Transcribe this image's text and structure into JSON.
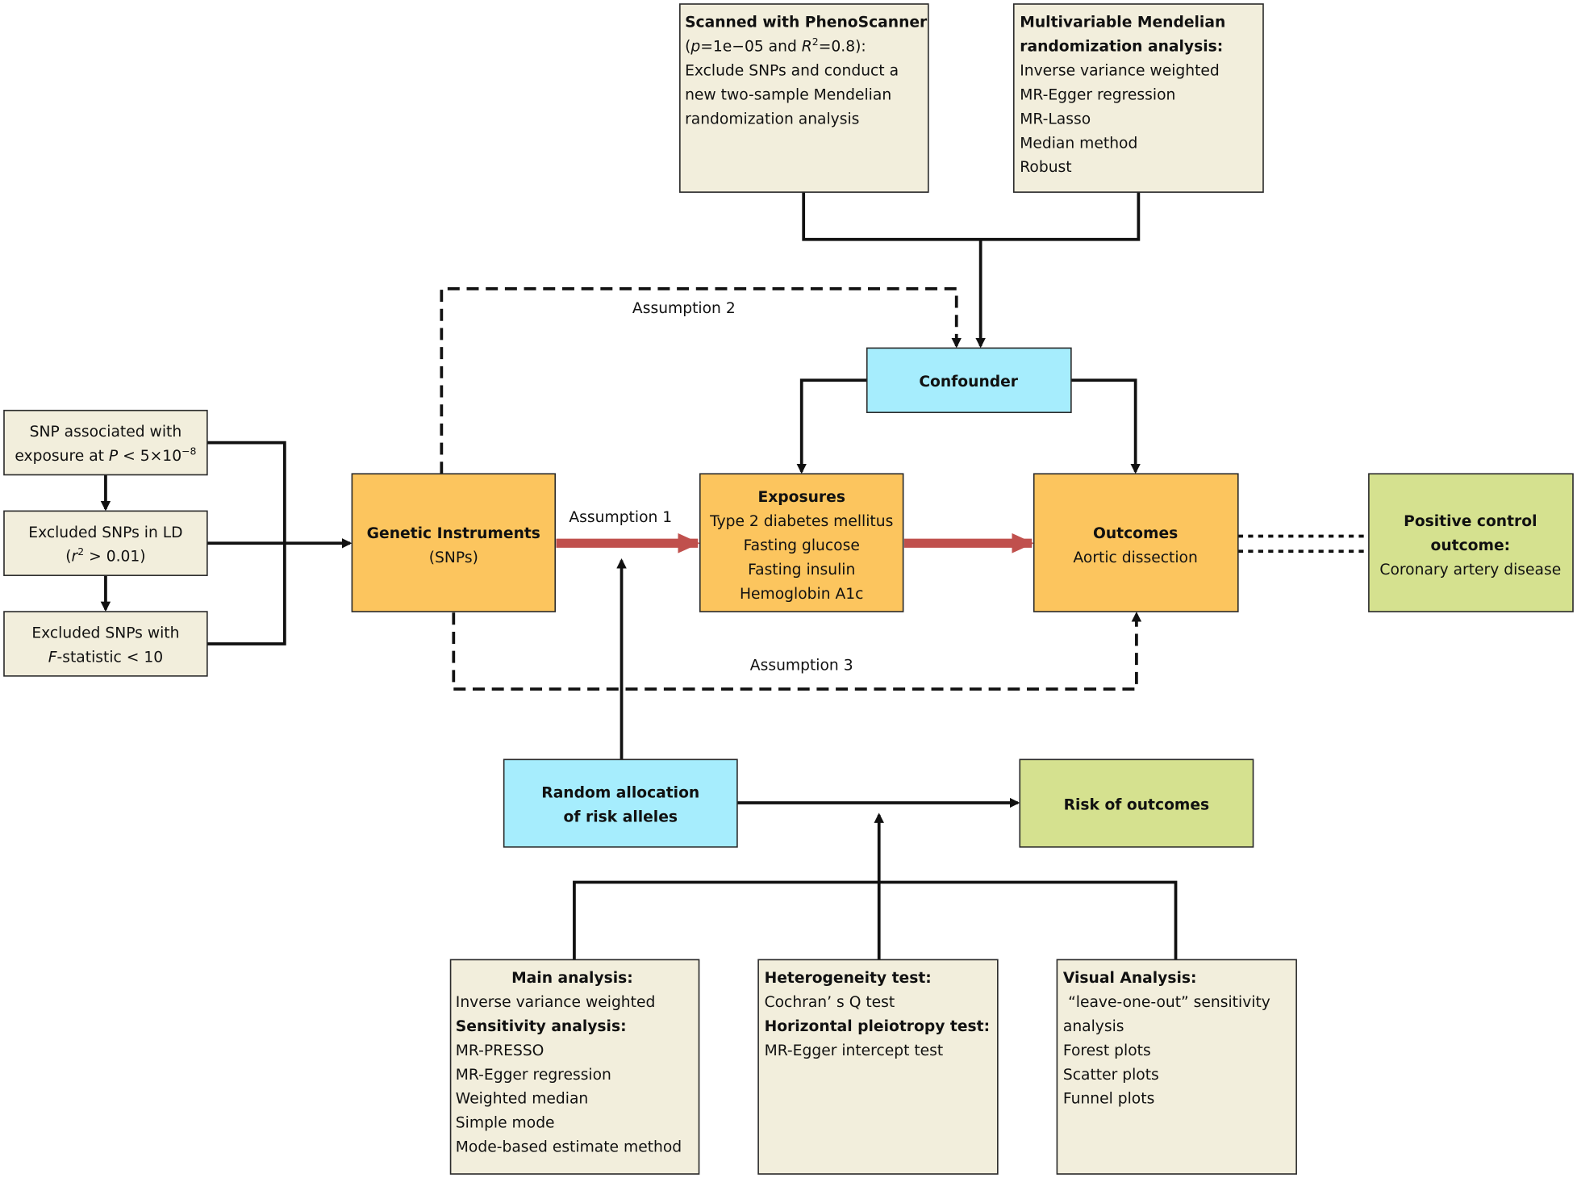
{
  "colors": {
    "box_beige": "#F2EEDC",
    "box_orange": "#FCC55E",
    "box_cyan": "#A6EDFD",
    "box_green": "#D5E18F",
    "causal_arrow": "#C0504D"
  },
  "phenoscanner": {
    "title": "Scanned with PhenoScanner",
    "l1a": "(",
    "l1p": "p",
    "l1b": "=1e−05 and ",
    "l1r": "R",
    "l1sup": "2",
    "l1c": "=0.8):",
    "l2": "Exclude SNPs and conduct a",
    "l3": "new two-sample  Mendelian",
    "l4": "randomization analysis"
  },
  "mvmr": {
    "title1": "Multivariable Mendelian",
    "title2": "randomization analysis:",
    "items": [
      "Inverse variance weighted",
      "MR-Egger regression",
      "MR-Lasso",
      "Median method",
      "Robust"
    ]
  },
  "confounder": "Confounder",
  "snp_steps": {
    "s1_l1": "SNP associated with",
    "s1_l2a": "exposure at ",
    "s1_l2p": "P",
    "s1_l2b": " < 5×10",
    "s1_sup": "−8",
    "s2_l1": "Excluded SNPs in LD",
    "s2_l2a": "(",
    "s2_l2r": "r",
    "s2_sup": "2",
    "s2_l2b": " > 0.01)",
    "s3_l1": "Excluded SNPs with",
    "s3_l2f": "F",
    "s3_l2b": "-statistic < 10"
  },
  "genetic": {
    "title": "Genetic Instruments",
    "sub": "(SNPs)"
  },
  "exposures": {
    "title": "Exposures",
    "items": [
      "Type 2 diabetes mellitus",
      "Fasting glucose",
      "Fasting insulin",
      "Hemoglobin A1c"
    ]
  },
  "outcomes": {
    "title": "Outcomes",
    "sub": "Aortic dissection"
  },
  "positive": {
    "title1": "Positive control",
    "title2": "outcome:",
    "sub": "Coronary artery disease"
  },
  "assumptions": [
    "Assumption 1",
    "Assumption 2",
    "Assumption 3"
  ],
  "random": {
    "l1": "Random allocation",
    "l2": "of risk alleles"
  },
  "risk": "Risk of outcomes",
  "main": {
    "title": "Main analysis:",
    "ivw": "Inverse variance weighted",
    "sens": "Sensitivity analysis:",
    "items": [
      "MR-PRESSO",
      "MR-Egger regression",
      "Weighted median",
      "Simple mode",
      "Mode-based estimate method"
    ]
  },
  "hetero": {
    "title": "Heterogeneity test:",
    "item": "Cochran’ s Q test",
    "title2": "Horizontal pleiotropy test:",
    "item2": "MR-Egger intercept test"
  },
  "visual": {
    "title": "Visual Analysis:",
    "l1": "“leave-one-out”  sensitivity",
    "l2": "analysis",
    "items": [
      "Forest plots",
      "Scatter plots",
      "Funnel plots"
    ]
  }
}
